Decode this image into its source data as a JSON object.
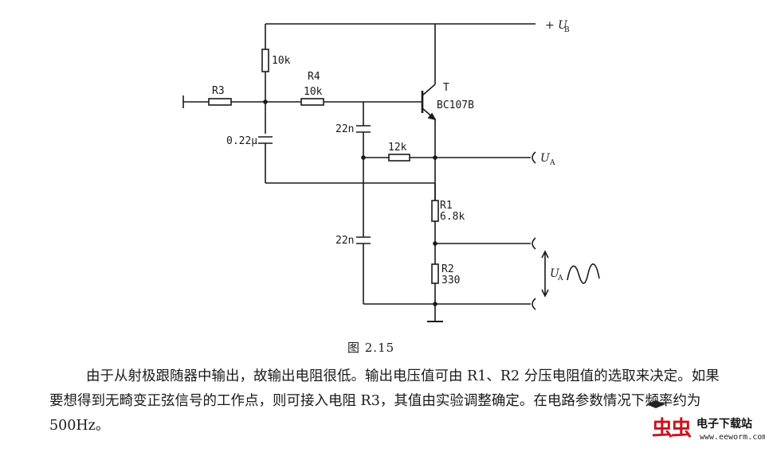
{
  "circuit": {
    "supply_label": "+ U",
    "supply_sub": "B",
    "r_top_label": "10k",
    "r3_label": "R3",
    "r4_name": "R4",
    "r4_value": "10k",
    "transistor_name": "T",
    "transistor_part": "BC107B",
    "c_input_label": "0.22μ",
    "c1_label": "22n",
    "r_fb_label": "12k",
    "output_a_label": "U",
    "output_a_sub": "A",
    "r1_name": "R1",
    "r1_value": "6.8k",
    "c2_label": "22n",
    "r2_name": "R2",
    "r2_value": "330",
    "output_b_label": "U",
    "output_b_sub": "A"
  },
  "figure": {
    "caption": "图 2.15",
    "text": "由于从射极跟随器中输出，故输出电阻很低。输出电压值可由 R1、R2 分压电阻值的选取来决定。如果要想得到无畸变正弦信号的工作点，则可接入电阻 R3，其值由实验调整确定。在电路参数情况下频率约为 500Hz。"
  },
  "watermark": {
    "logo": "虫虫",
    "name": "电子下载站",
    "url": "www.eeworm.com"
  }
}
